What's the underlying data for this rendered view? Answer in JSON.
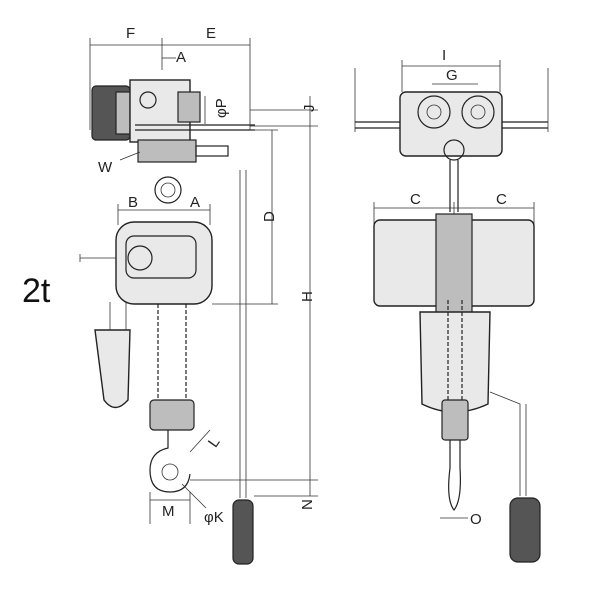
{
  "capacity": "2t",
  "dimension_labels": {
    "F": "F",
    "E": "E",
    "A_top": "A",
    "P": "φP",
    "W": "W",
    "B": "B",
    "A_mid": "A",
    "D": "D",
    "H": "H",
    "J": "J",
    "M": "M",
    "K": "φK",
    "N": "N",
    "L": "L",
    "I": "I",
    "G": "G",
    "C_left": "C",
    "C_right": "C",
    "O": "O"
  }
}
